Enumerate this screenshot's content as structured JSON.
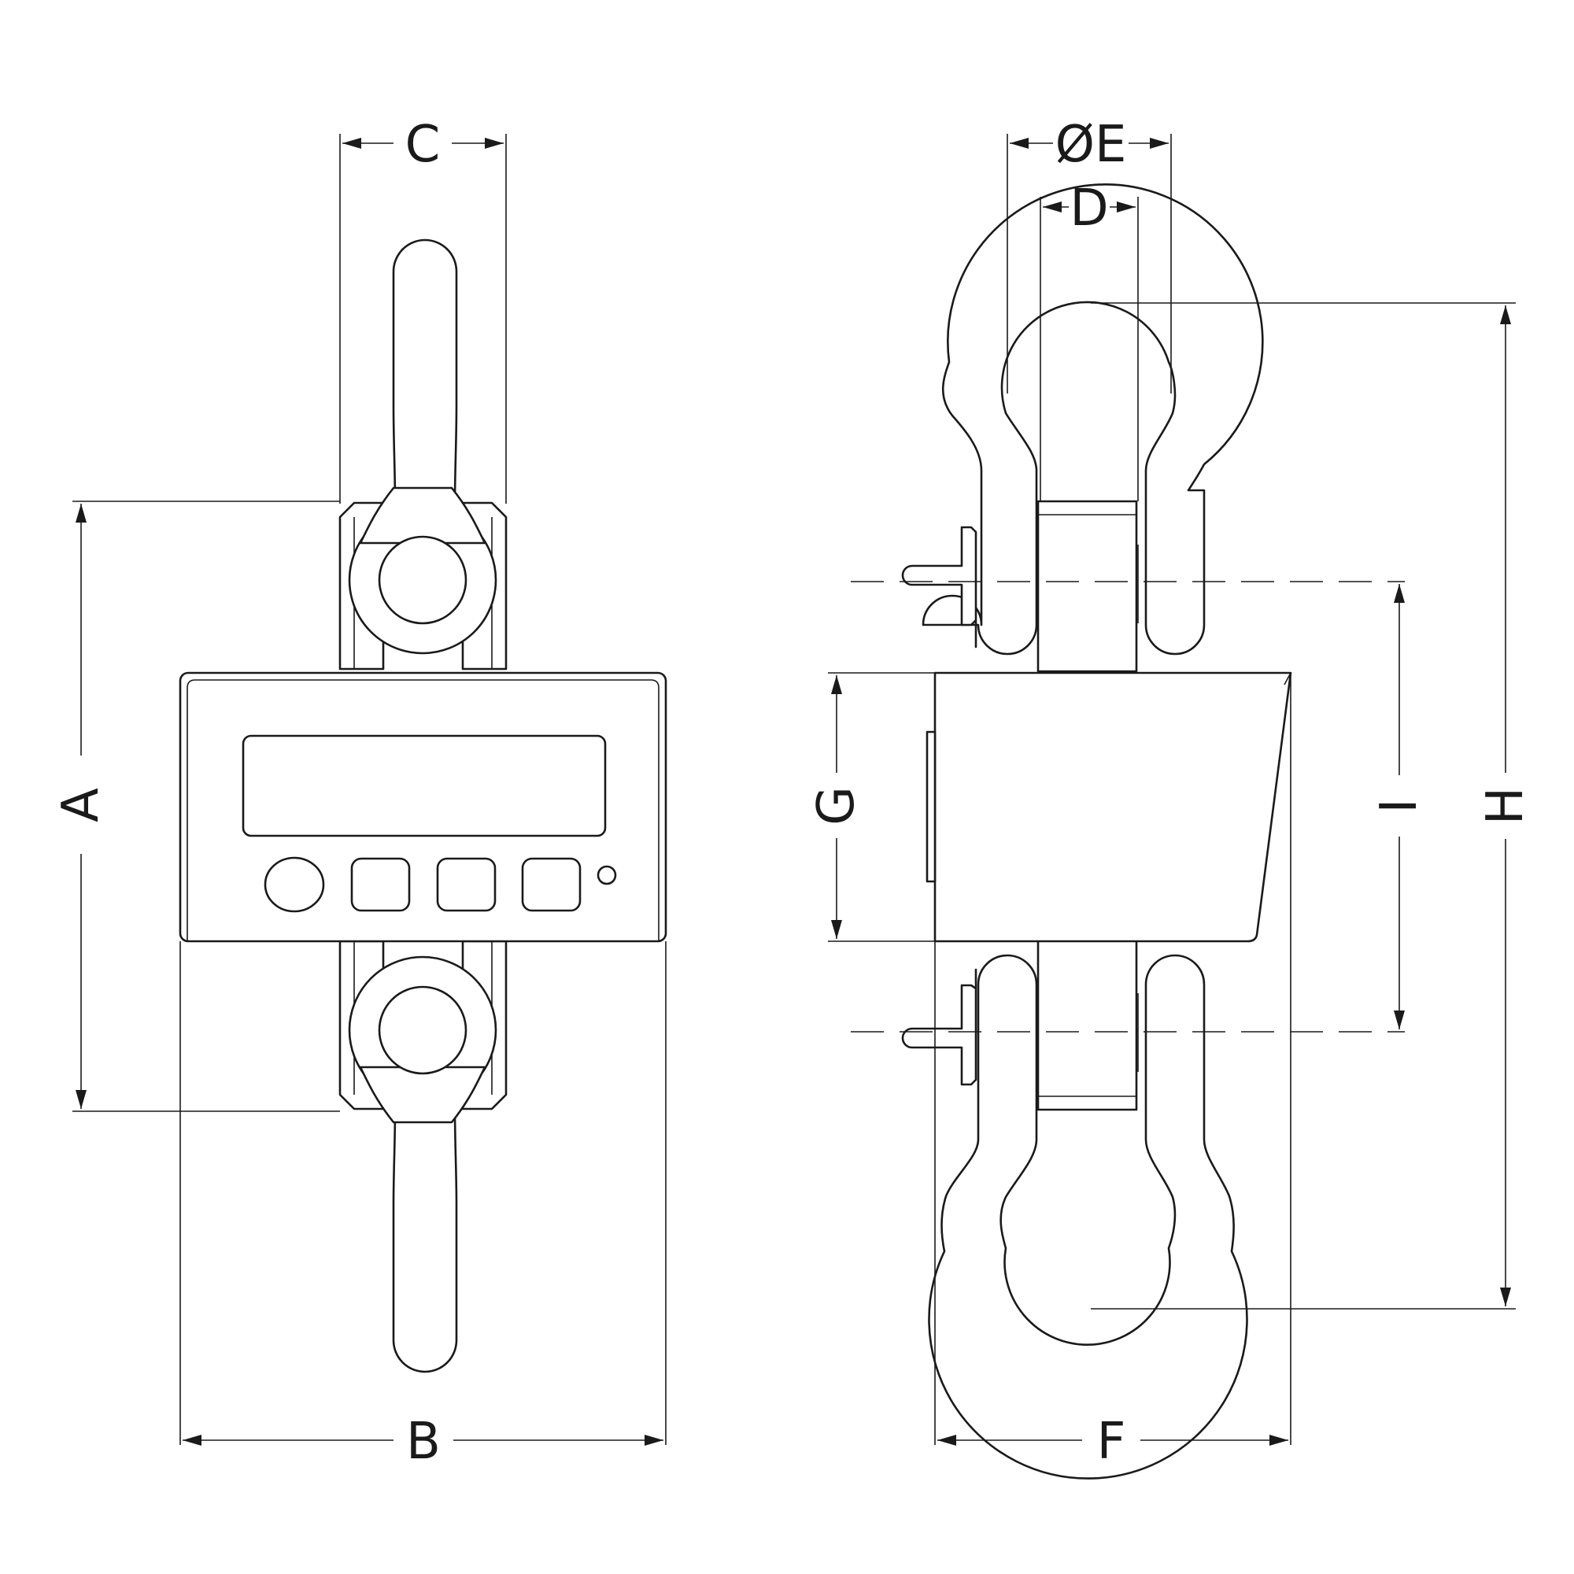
{
  "labels": {
    "a": "A",
    "b": "B",
    "c": "C",
    "d": "D",
    "e": "ØE",
    "f": "F",
    "g": "G",
    "h": "H",
    "i": "I"
  },
  "colors": {
    "line": "#1a1a1a",
    "background": "#ffffff"
  }
}
